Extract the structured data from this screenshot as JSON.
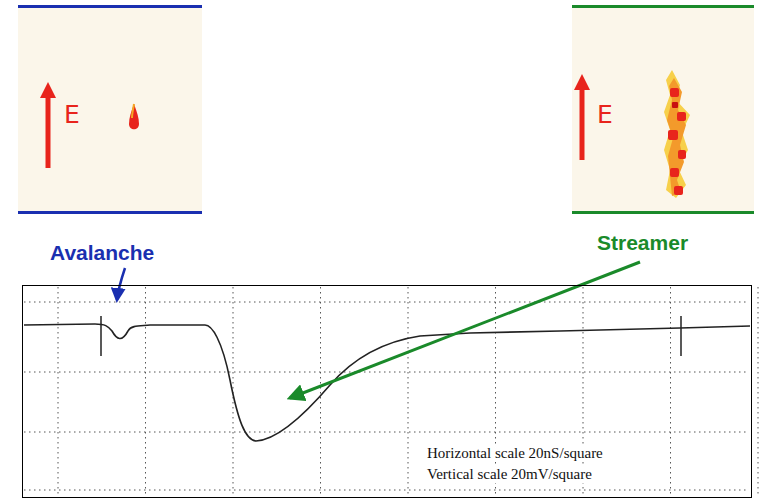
{
  "diagram": {
    "nodes": [
      {
        "text": [
          "E"
        ]
      },
      {
        "text": [
          "E"
        ]
      },
      {
        "text": [
          "Horizontal scale 20nS/square",
          "Vertical scale 20mV/square"
        ]
      }
    ],
    "labels": [
      "Avalanche",
      "Streamer"
    ]
  }
}
